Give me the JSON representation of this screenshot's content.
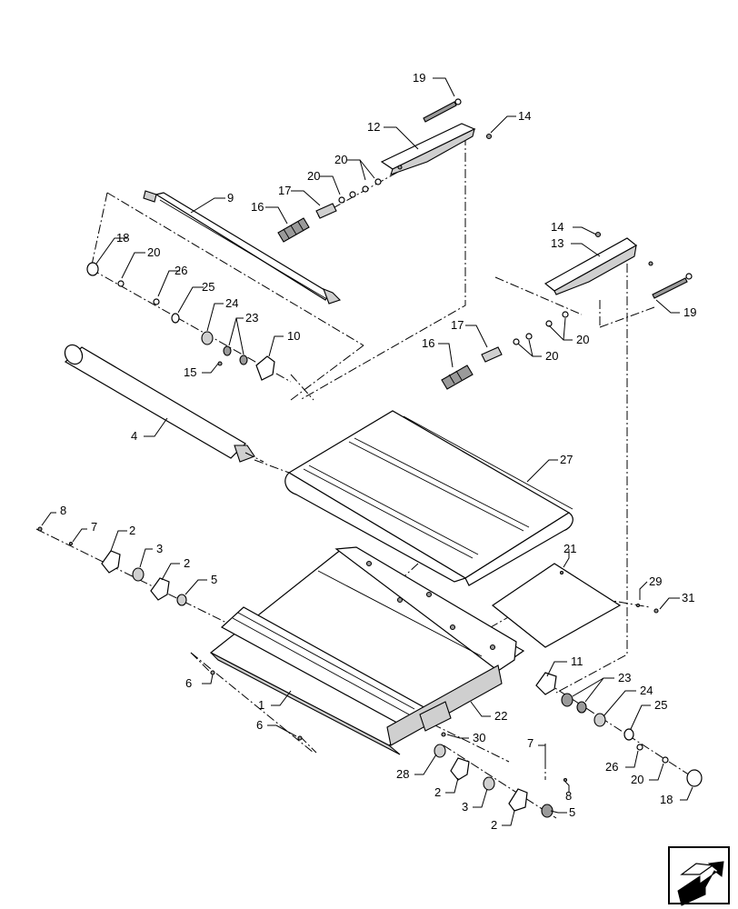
{
  "callouts": [
    {
      "id": "c-19a",
      "text": "19"
    },
    {
      "id": "c-12",
      "text": "12"
    },
    {
      "id": "c-14a",
      "text": "14"
    },
    {
      "id": "c-20a",
      "text": "20"
    },
    {
      "id": "c-20b",
      "text": "20"
    },
    {
      "id": "c-17a",
      "text": "17"
    },
    {
      "id": "c-16a",
      "text": "16"
    },
    {
      "id": "c-9",
      "text": "9"
    },
    {
      "id": "c-18a",
      "text": "18"
    },
    {
      "id": "c-20c",
      "text": "20"
    },
    {
      "id": "c-26a",
      "text": "26"
    },
    {
      "id": "c-25a",
      "text": "25"
    },
    {
      "id": "c-24a",
      "text": "24"
    },
    {
      "id": "c-23a",
      "text": "23"
    },
    {
      "id": "c-10",
      "text": "10"
    },
    {
      "id": "c-15",
      "text": "15"
    },
    {
      "id": "c-14b",
      "text": "14"
    },
    {
      "id": "c-13",
      "text": "13"
    },
    {
      "id": "c-19b",
      "text": "19"
    },
    {
      "id": "c-17b",
      "text": "17"
    },
    {
      "id": "c-16b",
      "text": "16"
    },
    {
      "id": "c-20d",
      "text": "20"
    },
    {
      "id": "c-20e",
      "text": "20"
    },
    {
      "id": "c-4",
      "text": "4"
    },
    {
      "id": "c-27",
      "text": "27"
    },
    {
      "id": "c-8a",
      "text": "8"
    },
    {
      "id": "c-7a",
      "text": "7"
    },
    {
      "id": "c-2a",
      "text": "2"
    },
    {
      "id": "c-3a",
      "text": "3"
    },
    {
      "id": "c-2b",
      "text": "2"
    },
    {
      "id": "c-5a",
      "text": "5"
    },
    {
      "id": "c-21",
      "text": "21"
    },
    {
      "id": "c-29",
      "text": "29"
    },
    {
      "id": "c-31",
      "text": "31"
    },
    {
      "id": "c-6a",
      "text": "6"
    },
    {
      "id": "c-11",
      "text": "11"
    },
    {
      "id": "c-23b",
      "text": "23"
    },
    {
      "id": "c-24b",
      "text": "24"
    },
    {
      "id": "c-25b",
      "text": "25"
    },
    {
      "id": "c-1",
      "text": "1"
    },
    {
      "id": "c-22",
      "text": "22"
    },
    {
      "id": "c-6b",
      "text": "6"
    },
    {
      "id": "c-30",
      "text": "30"
    },
    {
      "id": "c-7b",
      "text": "7"
    },
    {
      "id": "c-28",
      "text": "28"
    },
    {
      "id": "c-2c",
      "text": "2"
    },
    {
      "id": "c-8b",
      "text": "8"
    },
    {
      "id": "c-3b",
      "text": "3"
    },
    {
      "id": "c-5b",
      "text": "5"
    },
    {
      "id": "c-2d",
      "text": "2"
    },
    {
      "id": "c-26b",
      "text": "26"
    },
    {
      "id": "c-20f",
      "text": "20"
    },
    {
      "id": "c-18b",
      "text": "18"
    }
  ],
  "icons": {
    "corner_arrow": "next-page-arrow-icon"
  }
}
